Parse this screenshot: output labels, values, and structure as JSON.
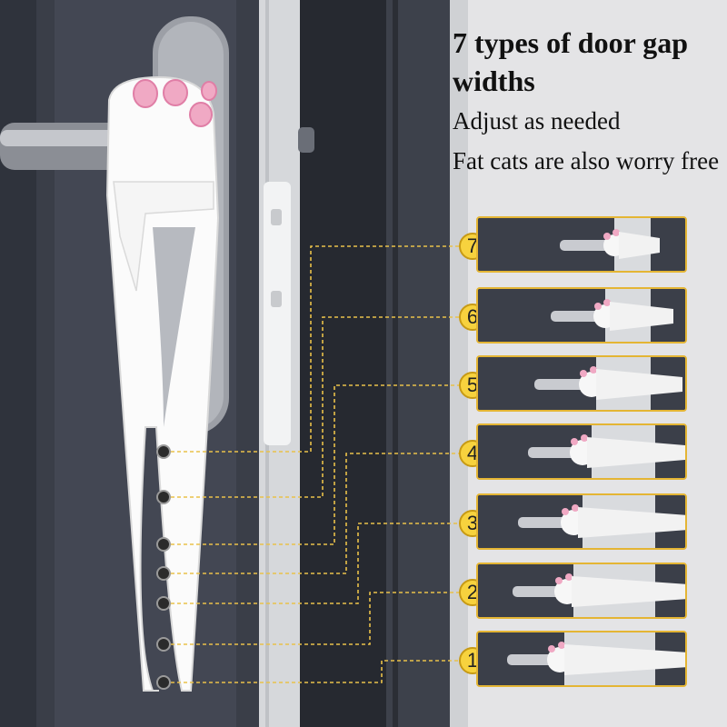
{
  "heading": {
    "title": "7 types of door gap widths",
    "line1": "Adjust as needed",
    "line2": "Fat cats are also worry free"
  },
  "steps": [
    {
      "label": "7"
    },
    {
      "label": "6"
    },
    {
      "label": "5"
    },
    {
      "label": "4"
    },
    {
      "label": "3"
    },
    {
      "label": "2"
    },
    {
      "label": "1"
    }
  ],
  "colors": {
    "door_dark": "#373b45",
    "accent_yellow": "#f7d23e",
    "paw_pink": "#f0a9c4",
    "guide_line": "#e9c14a"
  }
}
